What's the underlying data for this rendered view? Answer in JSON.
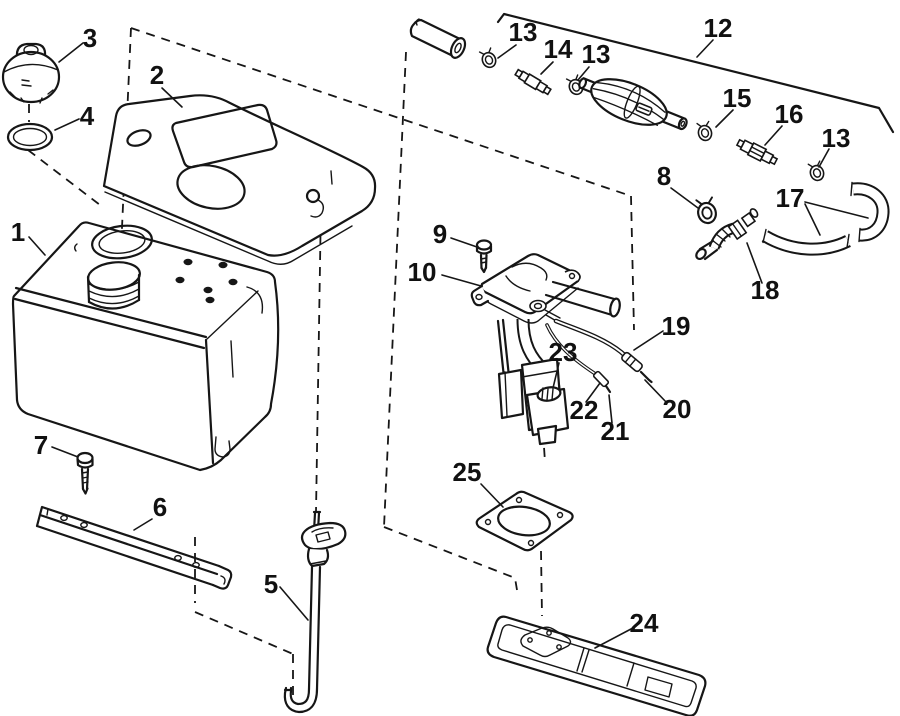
{
  "figure": {
    "background_color": "#ffffff",
    "line_color": "#161616"
  },
  "callouts": [
    {
      "id": "part-1",
      "text": "1"
    },
    {
      "id": "part-2",
      "text": "2"
    },
    {
      "id": "part-3",
      "text": "3"
    },
    {
      "id": "part-4",
      "text": "4"
    },
    {
      "id": "part-5",
      "text": "5"
    },
    {
      "id": "part-6",
      "text": "6"
    },
    {
      "id": "part-7",
      "text": "7"
    },
    {
      "id": "part-8",
      "text": "8"
    },
    {
      "id": "part-9",
      "text": "9"
    },
    {
      "id": "part-10",
      "text": "10"
    },
    {
      "id": "part-12",
      "text": "12"
    },
    {
      "id": "part-13-a",
      "text": "13"
    },
    {
      "id": "part-14",
      "text": "14"
    },
    {
      "id": "part-13-b",
      "text": "13"
    },
    {
      "id": "part-15",
      "text": "15"
    },
    {
      "id": "part-16",
      "text": "16"
    },
    {
      "id": "part-13-c",
      "text": "13"
    },
    {
      "id": "part-17",
      "text": "17"
    },
    {
      "id": "part-18",
      "text": "18"
    },
    {
      "id": "part-19",
      "text": "19"
    },
    {
      "id": "part-20",
      "text": "20"
    },
    {
      "id": "part-21",
      "text": "21"
    },
    {
      "id": "part-22",
      "text": "22"
    },
    {
      "id": "part-23",
      "text": "23"
    },
    {
      "id": "part-24",
      "text": "24"
    },
    {
      "id": "part-25",
      "text": "25"
    }
  ]
}
